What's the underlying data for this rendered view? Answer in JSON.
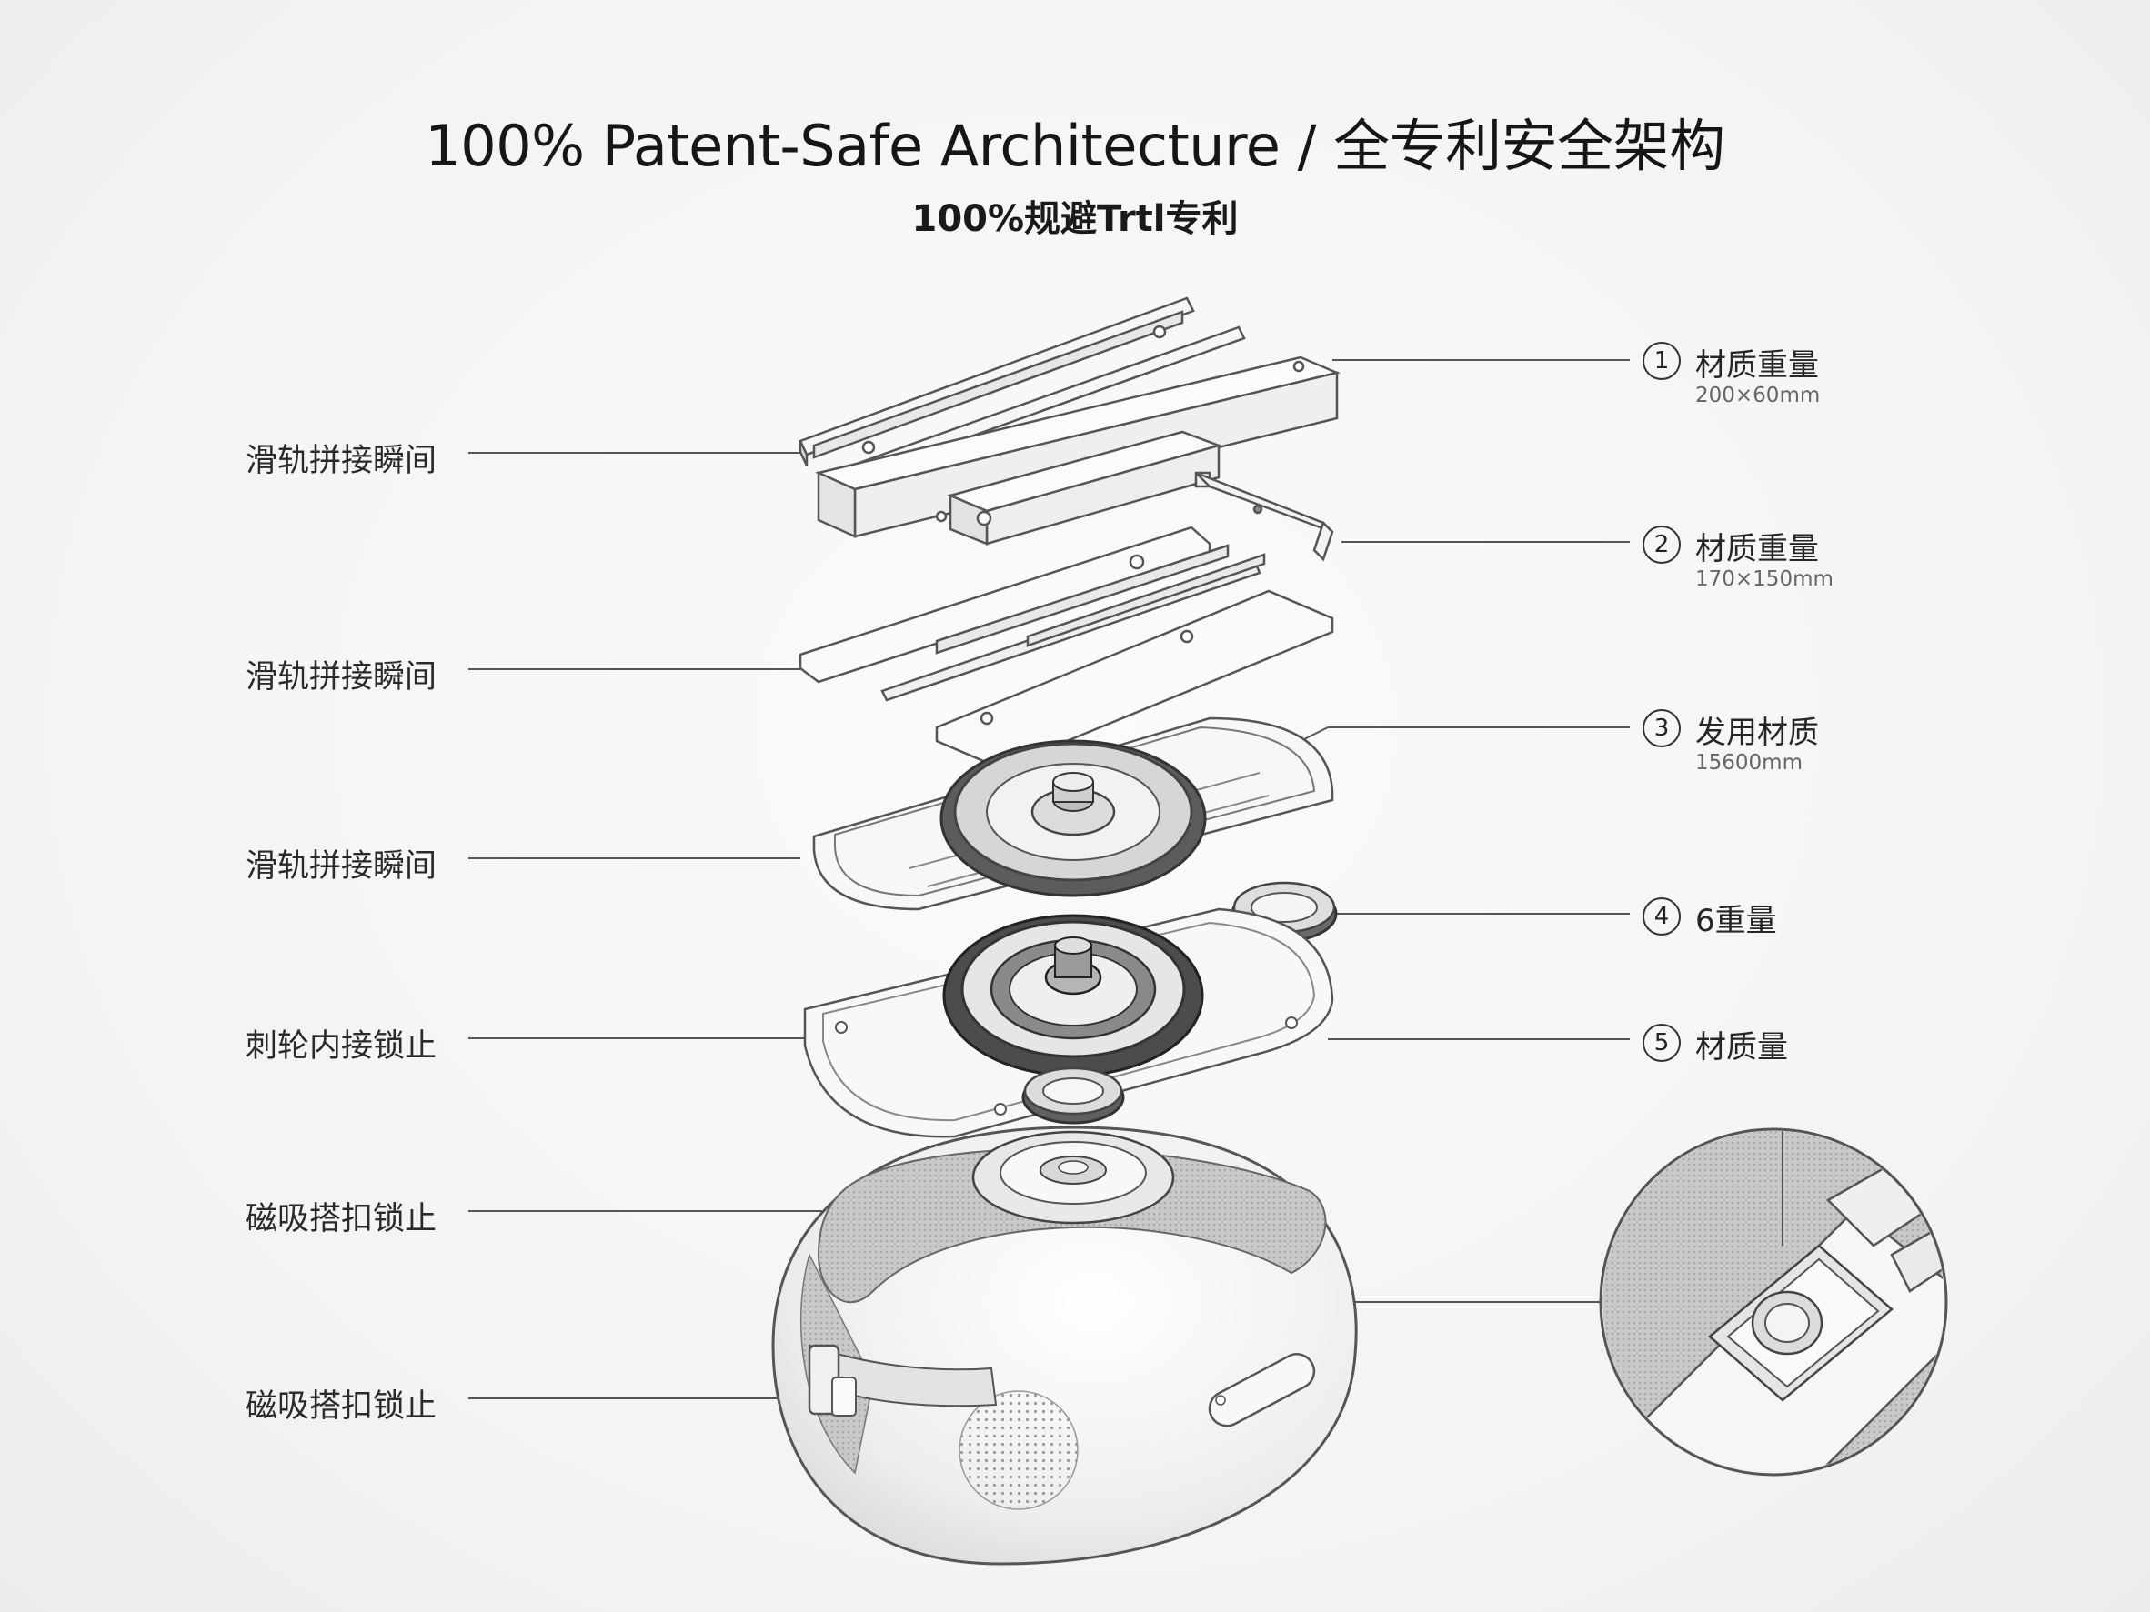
{
  "header": {
    "title": "100% Patent-Safe Architecture / 全专利安全架构",
    "subtitle": "100%规避Trtl专利"
  },
  "left_labels": [
    "滑轨拼接瞬间",
    "滑轨拼接瞬间",
    "滑轨拼接瞬间",
    "刺轮内接锁止",
    "磁吸搭扣锁止",
    "磁吸搭扣锁止"
  ],
  "callouts": [
    {
      "num": "1",
      "text": "材质重量",
      "sub": "200×60mm"
    },
    {
      "num": "2",
      "text": "材质重量",
      "sub": "170×150mm"
    },
    {
      "num": "3",
      "text": "发用材质",
      "sub": "15600mm"
    },
    {
      "num": "4",
      "text": "6重量",
      "sub": ""
    },
    {
      "num": "5",
      "text": "材质量",
      "sub": ""
    }
  ],
  "colors": {
    "background": "#f4f4f2",
    "line": "#555555",
    "part_fill": "#f7f7f7",
    "gear_fill": "#5a5a5a",
    "fabric": "#bdbdbd"
  }
}
